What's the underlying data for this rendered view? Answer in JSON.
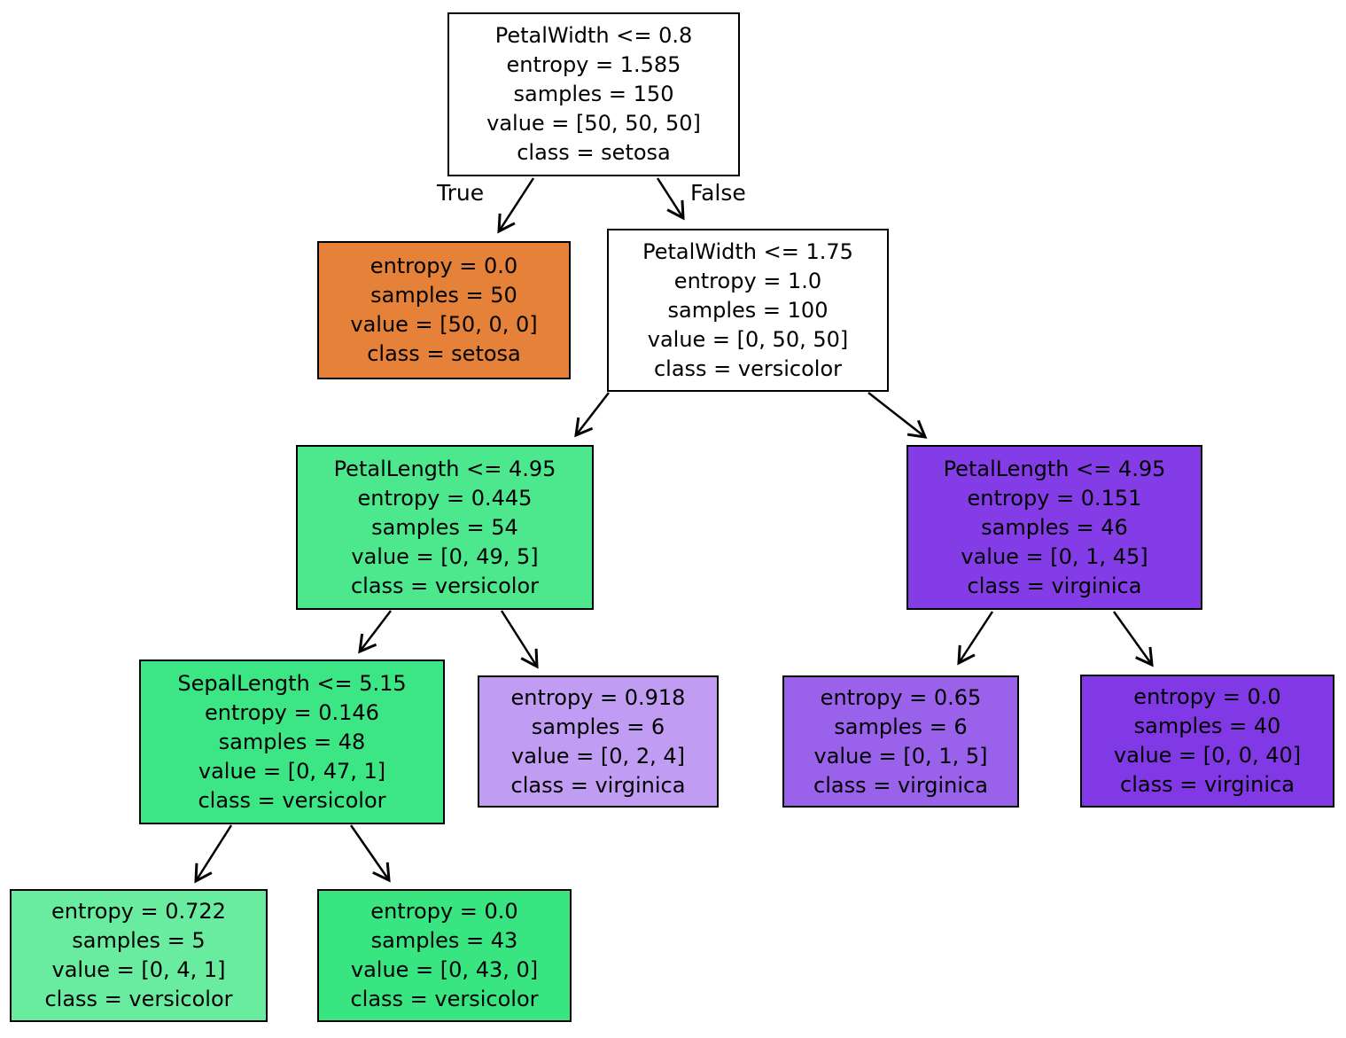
{
  "diagram": {
    "type": "decision-tree",
    "dataset": "iris",
    "background": "#ffffff"
  },
  "branch_labels": {
    "left": "True",
    "right": "False"
  },
  "class_colors": {
    "setosa": "#e58139",
    "versicolor": "#39e581",
    "virginica": "#8139e5"
  },
  "nodes": {
    "root": {
      "fill": "#ffffff",
      "lines": [
        "PetalWidth <= 0.8",
        "entropy = 1.585",
        "samples = 150",
        "value = [50, 50, 50]",
        "class = setosa"
      ]
    },
    "setosa_leaf": {
      "fill": "#e58139",
      "lines": [
        "entropy = 0.0",
        "samples = 50",
        "value = [50, 0, 0]",
        "class = setosa"
      ]
    },
    "right_split": {
      "fill": "#ffffff",
      "lines": [
        "PetalWidth <= 1.75",
        "entropy = 1.0",
        "samples = 100",
        "value = [0, 50, 50]",
        "class = versicolor"
      ]
    },
    "versicolor_split": {
      "fill": "#4de88e",
      "lines": [
        "PetalLength <= 4.95",
        "entropy = 0.445",
        "samples = 54",
        "value = [0, 49, 5]",
        "class = versicolor"
      ]
    },
    "virginica_split": {
      "fill": "#843de6",
      "lines": [
        "PetalLength <= 4.95",
        "entropy = 0.151",
        "samples = 46",
        "value = [0, 1, 45]",
        "class = virginica"
      ]
    },
    "sepal_split": {
      "fill": "#3de684",
      "lines": [
        "SepalLength <= 5.15",
        "entropy = 0.146",
        "samples = 48",
        "value = [0, 47, 1]",
        "class = versicolor"
      ]
    },
    "virginica_leaf_mixed": {
      "fill": "#c09cf2",
      "lines": [
        "entropy = 0.918",
        "samples = 6",
        "value = [0, 2, 4]",
        "class = virginica"
      ]
    },
    "virginica_leaf_six": {
      "fill": "#9a61ea",
      "lines": [
        "entropy = 0.65",
        "samples = 6",
        "value = [0, 1, 5]",
        "class = virginica"
      ]
    },
    "virginica_leaf_pure": {
      "fill": "#8139e5",
      "lines": [
        "entropy = 0.0",
        "samples = 40",
        "value = [0, 0, 40]",
        "class = virginica"
      ]
    },
    "versicolor_leaf_five": {
      "fill": "#6aeca0",
      "lines": [
        "entropy = 0.722",
        "samples = 5",
        "value = [0, 4, 1]",
        "class = versicolor"
      ]
    },
    "versicolor_leaf_pure": {
      "fill": "#39e581",
      "lines": [
        "entropy = 0.0",
        "samples = 43",
        "value = [0, 43, 0]",
        "class = versicolor"
      ]
    }
  }
}
